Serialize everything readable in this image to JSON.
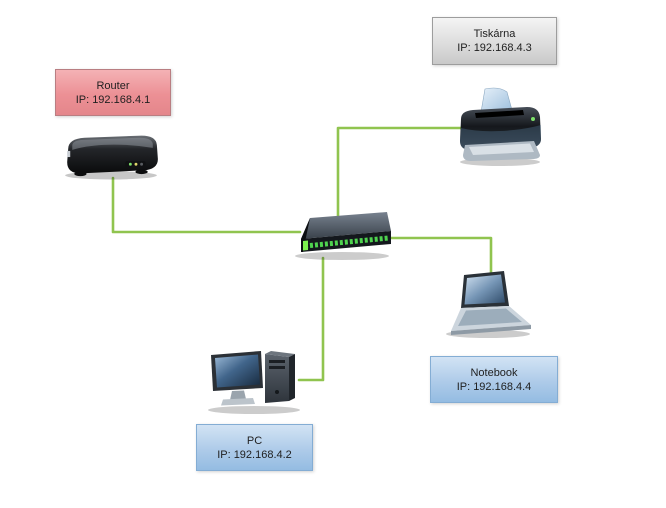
{
  "diagram": {
    "background": "#ffffff",
    "nodes": {
      "router": {
        "name": "Router",
        "ip": "IP: 192.168.4.1"
      },
      "printer": {
        "name": "Tiskárna",
        "ip": "IP: 192.168.4.3"
      },
      "notebook": {
        "name": "Notebook",
        "ip": "IP: 192.168.4.4"
      },
      "pc": {
        "name": "PC",
        "ip": "IP: 192.168.4.2"
      }
    },
    "colors": {
      "connector": "#90c44f",
      "router_label_top": "#f4b2b5",
      "router_label_bottom": "#e4868b",
      "router_label_border": "#b97e82",
      "printer_label_top": "#f4f4f4",
      "printer_label_bottom": "#c9c9c9",
      "printer_label_border": "#9d9d9d",
      "blue_label_top": "#d2e3f4",
      "blue_label_bottom": "#94bce2",
      "blue_label_border": "#84add4"
    }
  }
}
